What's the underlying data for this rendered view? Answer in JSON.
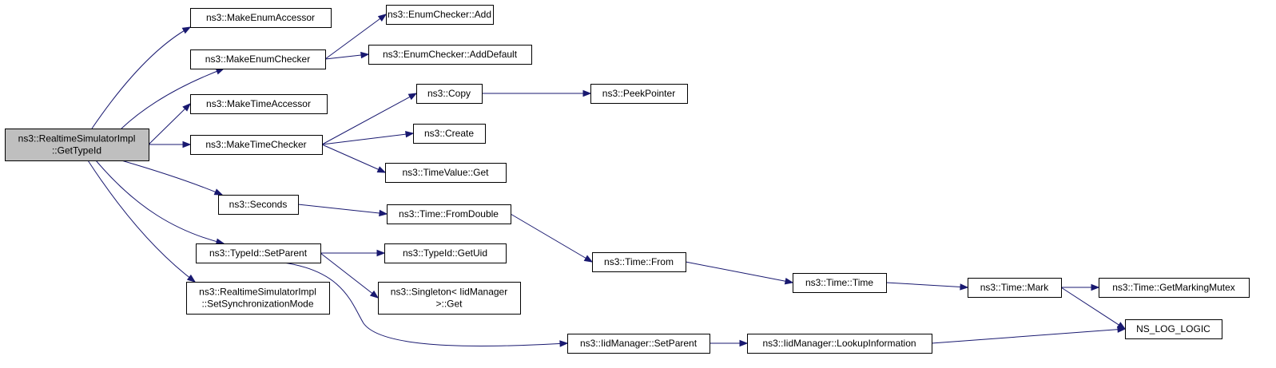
{
  "nodes": {
    "root": [
      "ns3::RealtimeSimulatorImpl",
      "::GetTypeId"
    ],
    "make_enum_accessor": [
      "ns3::MakeEnumAccessor"
    ],
    "make_enum_checker": [
      "ns3::MakeEnumChecker"
    ],
    "enum_checker_add": [
      "ns3::EnumChecker::Add"
    ],
    "enum_checker_add_default": [
      "ns3::EnumChecker::AddDefault"
    ],
    "make_time_accessor": [
      "ns3::MakeTimeAccessor"
    ],
    "make_time_checker": [
      "ns3::MakeTimeChecker"
    ],
    "copy": [
      "ns3::Copy"
    ],
    "peek_pointer": [
      "ns3::PeekPointer"
    ],
    "create": [
      "ns3::Create"
    ],
    "time_value_get": [
      "ns3::TimeValue::Get"
    ],
    "seconds": [
      "ns3::Seconds"
    ],
    "time_from_double": [
      "ns3::Time::FromDouble"
    ],
    "type_id_set_parent": [
      "ns3::TypeId::SetParent"
    ],
    "type_id_get_uid": [
      "ns3::TypeId::GetUid"
    ],
    "time_from": [
      "ns3::Time::From"
    ],
    "time_time": [
      "ns3::Time::Time"
    ],
    "time_mark": [
      "ns3::Time::Mark"
    ],
    "time_get_marking_mutex": [
      "ns3::Time::GetMarkingMutex"
    ],
    "singleton_get": [
      "ns3::Singleton< IidManager",
      ">::Get"
    ],
    "set_sync_mode": [
      "ns3::RealtimeSimulatorImpl",
      "::SetSynchronizationMode"
    ],
    "iid_manager_set_parent": [
      "ns3::IidManager::SetParent"
    ],
    "iid_manager_lookup": [
      "ns3::IidManager::LookupInformation"
    ],
    "ns_log_logic": [
      "NS_LOG_LOGIC"
    ]
  },
  "edges": [
    [
      "root",
      "make_enum_accessor"
    ],
    [
      "root",
      "make_enum_checker"
    ],
    [
      "root",
      "make_time_accessor"
    ],
    [
      "root",
      "make_time_checker"
    ],
    [
      "root",
      "seconds"
    ],
    [
      "root",
      "type_id_set_parent"
    ],
    [
      "root",
      "set_sync_mode"
    ],
    [
      "make_enum_checker",
      "enum_checker_add"
    ],
    [
      "make_enum_checker",
      "enum_checker_add_default"
    ],
    [
      "make_time_checker",
      "copy"
    ],
    [
      "make_time_checker",
      "create"
    ],
    [
      "make_time_checker",
      "time_value_get"
    ],
    [
      "copy",
      "peek_pointer"
    ],
    [
      "seconds",
      "time_from_double"
    ],
    [
      "time_from_double",
      "time_from"
    ],
    [
      "time_from",
      "time_time"
    ],
    [
      "time_time",
      "time_mark"
    ],
    [
      "time_mark",
      "time_get_marking_mutex"
    ],
    [
      "time_mark",
      "ns_log_logic"
    ],
    [
      "type_id_set_parent",
      "type_id_get_uid"
    ],
    [
      "type_id_set_parent",
      "singleton_get"
    ],
    [
      "type_id_set_parent",
      "iid_manager_set_parent"
    ],
    [
      "iid_manager_set_parent",
      "iid_manager_lookup"
    ],
    [
      "iid_manager_lookup",
      "ns_log_logic"
    ]
  ],
  "colors": {
    "edge": "#191970",
    "root_fill": "#bfbfbf",
    "node_fill": "#ffffff",
    "node_border": "#000000"
  }
}
